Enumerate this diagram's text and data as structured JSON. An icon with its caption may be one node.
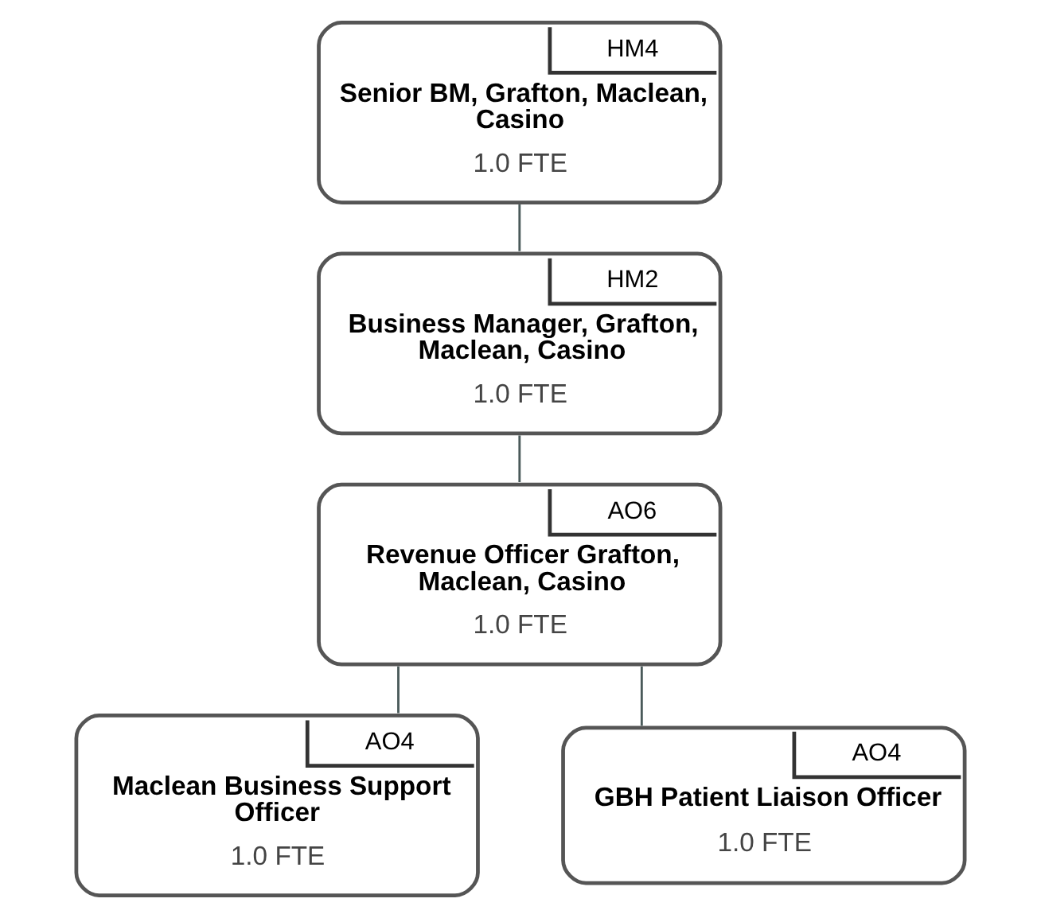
{
  "diagram": {
    "nodes": [
      {
        "text": [
          "HM4",
          "Senior BM, Grafton, Maclean, Casino",
          "1.0 FTE"
        ]
      },
      {
        "text": [
          "HM2",
          "Business Manager, Grafton, Maclean, Casino",
          "1.0 FTE"
        ]
      },
      {
        "text": [
          "AO6",
          "Revenue Officer Grafton, Maclean, Casino",
          "1.0 FTE"
        ]
      },
      {
        "text": [
          "AO4",
          "Maclean Business Support Officer",
          "1.0 FTE"
        ]
      },
      {
        "text": [
          "AO4",
          "GBH Patient Liaison Officer",
          "1.0 FTE"
        ]
      }
    ],
    "edges": [
      {
        "from": 0,
        "to": 1,
        "arrow": "none"
      },
      {
        "from": 1,
        "to": 2,
        "arrow": "none"
      },
      {
        "from": 2,
        "to": 3,
        "arrow": "none"
      },
      {
        "from": 2,
        "to": 4,
        "arrow": "none"
      }
    ]
  }
}
